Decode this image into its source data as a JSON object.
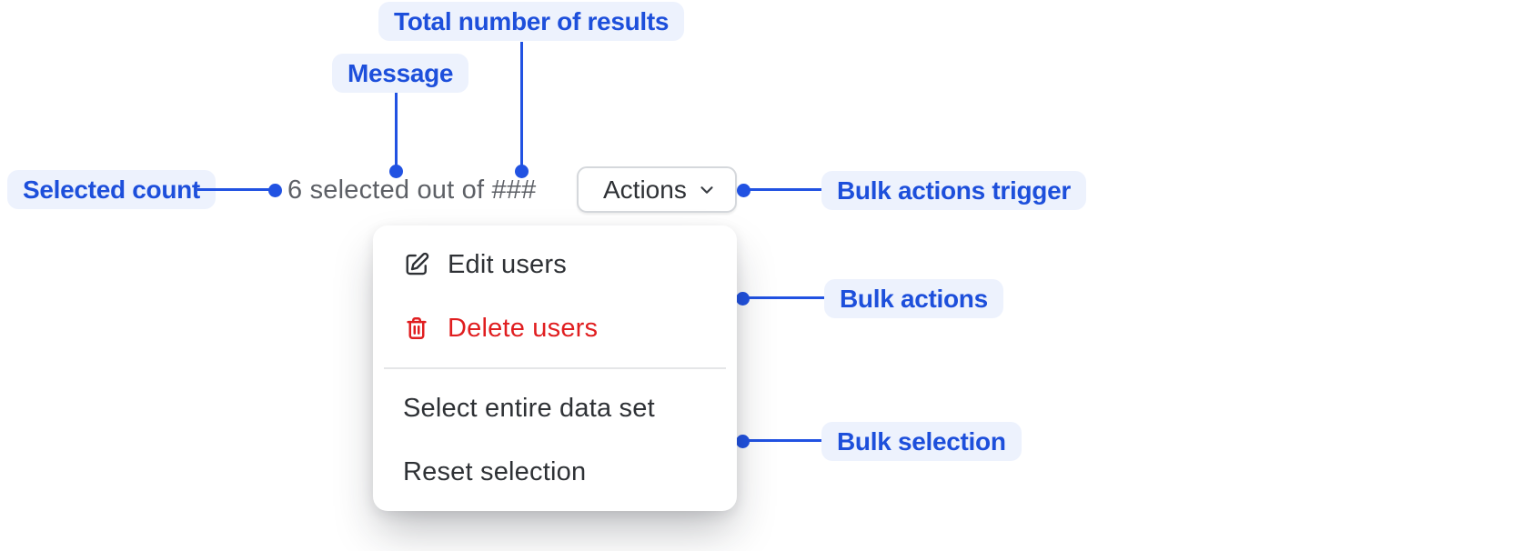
{
  "annotations": {
    "total_results": "Total number of results",
    "message": "Message",
    "selected_count": "Selected count",
    "bulk_actions_trigger": "Bulk actions trigger",
    "bulk_actions": "Bulk actions",
    "bulk_selection": "Bulk selection"
  },
  "selection_bar": {
    "message": "6 selected out of ###",
    "actions_button_label": "Actions"
  },
  "menu": {
    "items": [
      {
        "label": "Edit users",
        "icon": "edit-icon",
        "tone": "default"
      },
      {
        "label": "Delete users",
        "icon": "trash-icon",
        "tone": "critical"
      },
      {
        "label": "Select entire data set",
        "icon": "",
        "tone": "default"
      },
      {
        "label": "Reset selection",
        "icon": "",
        "tone": "default"
      }
    ]
  },
  "colors": {
    "annotation_blue": "#1d4fdb",
    "annotation_pill_bg": "#edf2fd",
    "connector_blue": "#2152e2",
    "critical_red": "#e01e20",
    "menu_text": "#2e3135",
    "subdued_text": "#5d6066"
  }
}
